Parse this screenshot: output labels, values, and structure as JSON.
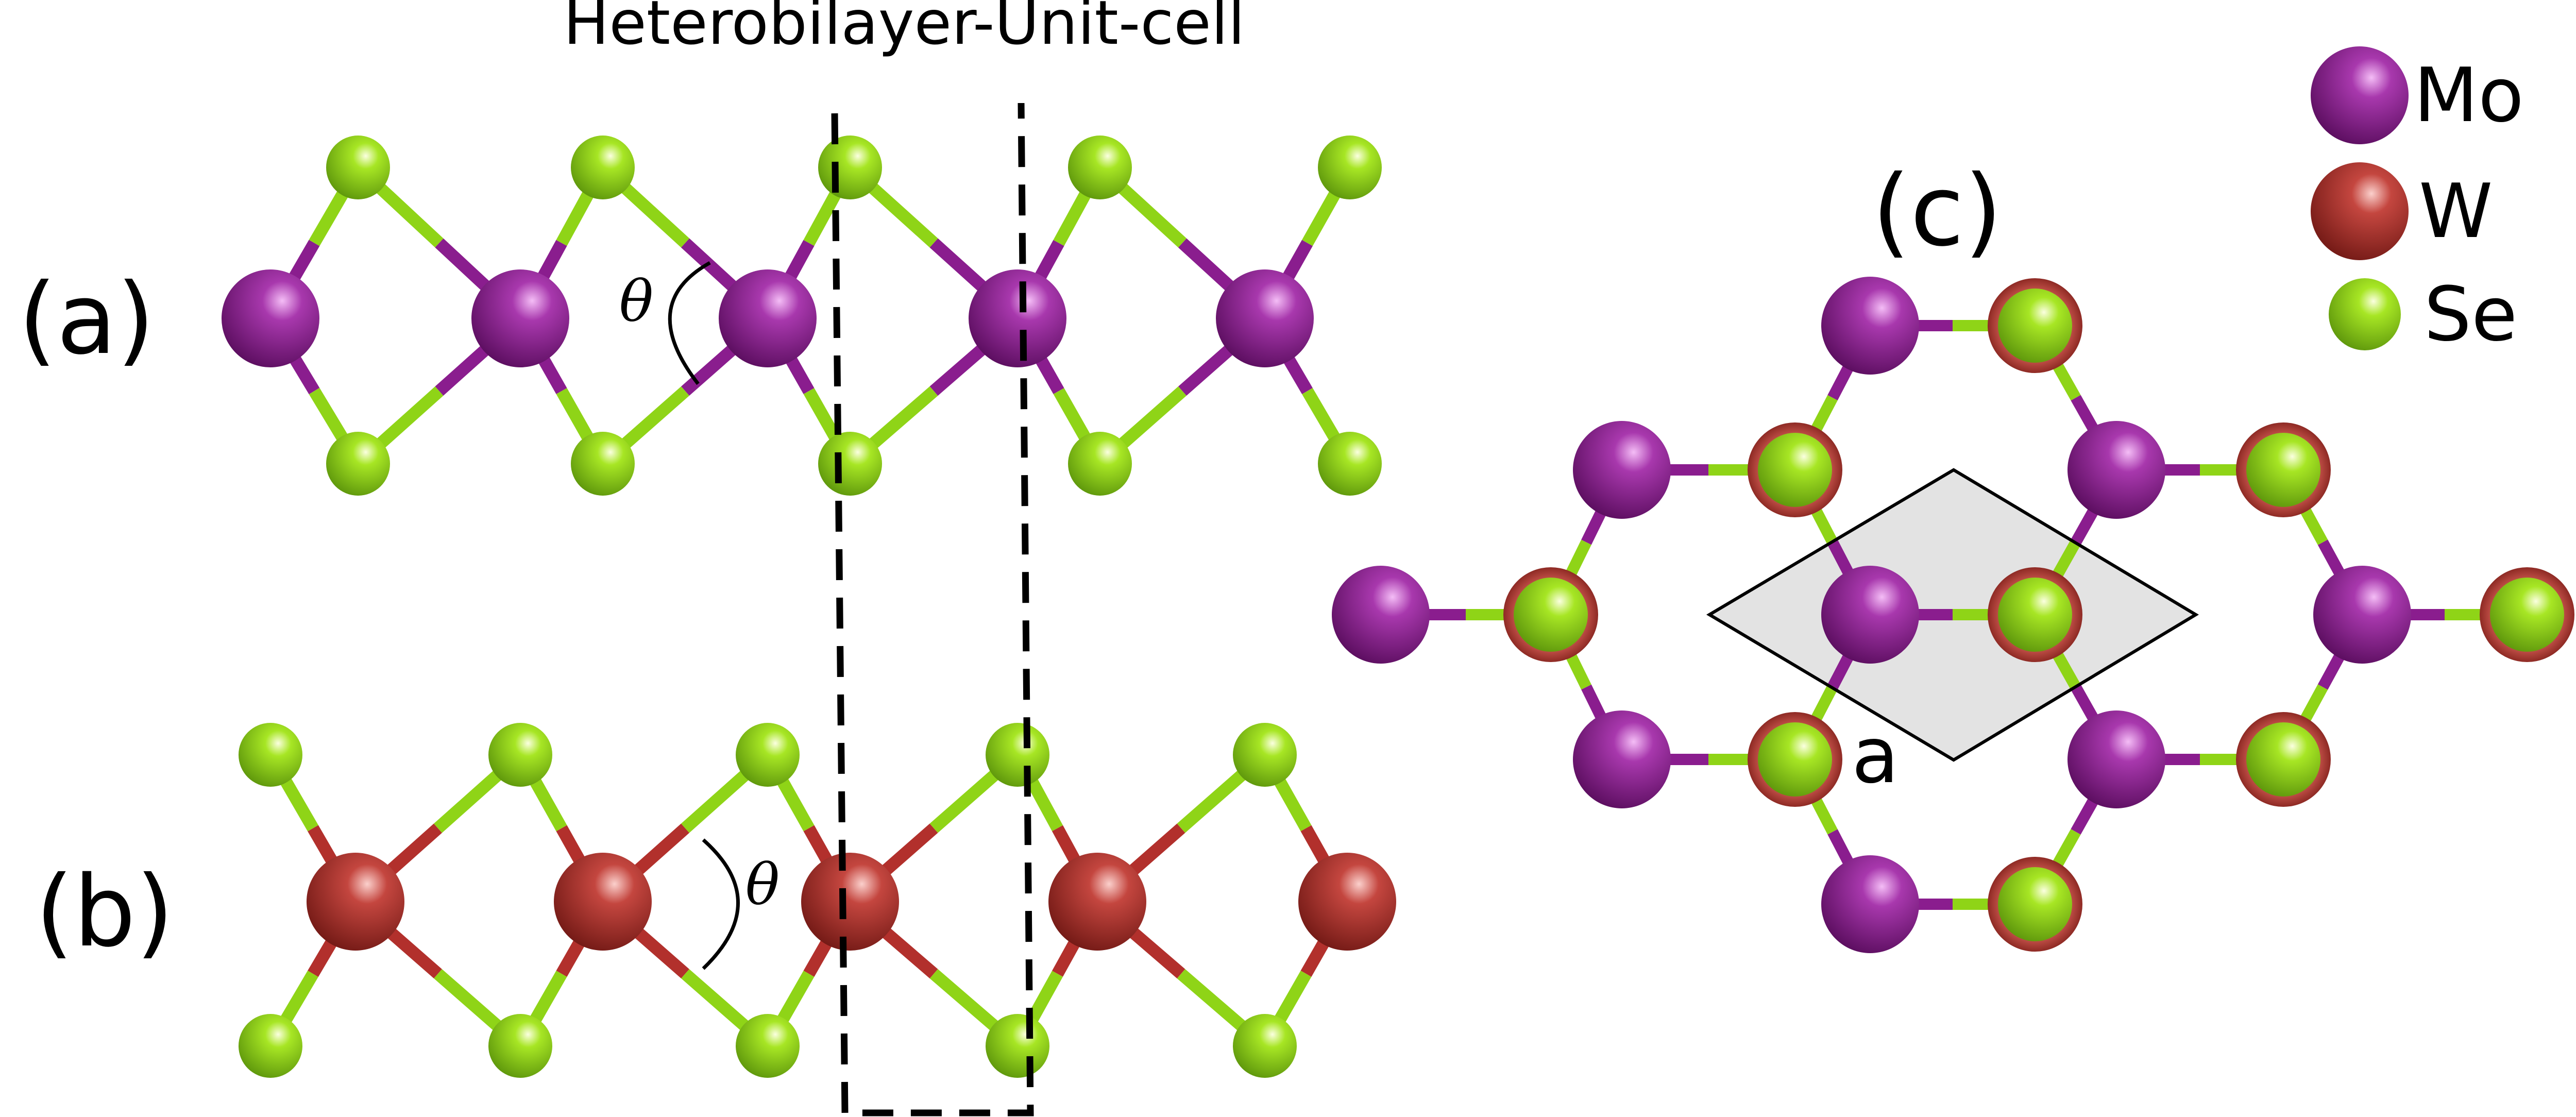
{
  "title": "Heterobilayer-Unit-cell",
  "panels": {
    "a": "(a)",
    "b": "(b)",
    "c": "(c)"
  },
  "angle_symbol": "θ",
  "lattice_label": "a",
  "legend": [
    {
      "symbol": "Mo",
      "color": "#8a1d8e"
    },
    {
      "symbol": "W",
      "color": "#b2302c"
    },
    {
      "symbol": "Se",
      "color": "#8fd417"
    }
  ],
  "colors": {
    "Mo": "#8a1d8e",
    "W": "#b2302c",
    "Se": "#8fd417",
    "unit_cell_fill": "#e3e3e3"
  }
}
